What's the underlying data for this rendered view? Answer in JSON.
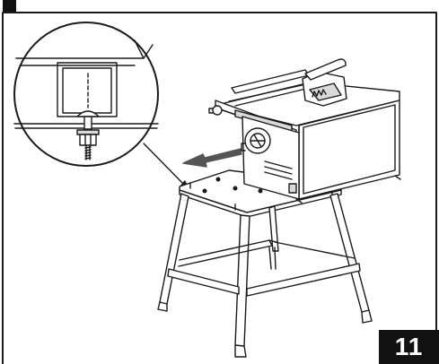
{
  "figure": {
    "step_number": "11",
    "subject": "table-saw-mounted-on-stand",
    "inset": "bolt-fastening-detail",
    "arrow": "slide-saw-left-onto-stand"
  },
  "colors": {
    "line": "#1a1a1a",
    "badge_bg": "#111111",
    "badge_text": "#ffffff",
    "background": "#ffffff",
    "shade": "#d9d9d9"
  }
}
